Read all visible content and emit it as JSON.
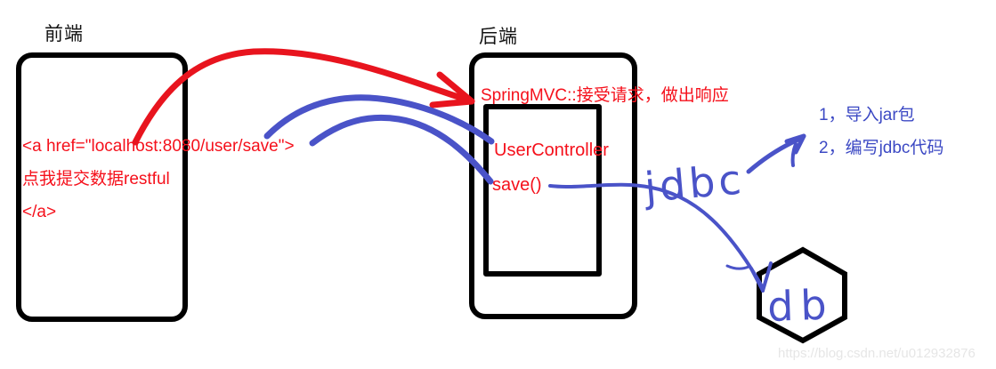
{
  "frontend": {
    "label": "前端",
    "code_line1": "<a href=\"localhost:8080/user/save\">",
    "code_line2": "点我提交数据restful",
    "code_line3": "</a>"
  },
  "backend": {
    "label": "后端",
    "springmvc_note": "SpringMVC::接受请求，做出响应",
    "controller": "UserController",
    "method": "save()"
  },
  "annotations": {
    "jdbc": "jdbc",
    "db": "db",
    "step1": "1，导入jar包",
    "step2": "2，编写jdbc代码"
  },
  "watermark": "https://blog.csdn.net/u012932876",
  "colors": {
    "red_text": "#f5101b",
    "red_arrow": "#e8141e",
    "blue_ink": "#4a53c8",
    "blue_text": "#3c49c4",
    "shape_black": "#000000",
    "watermark_gray": "#e6e6e6"
  }
}
